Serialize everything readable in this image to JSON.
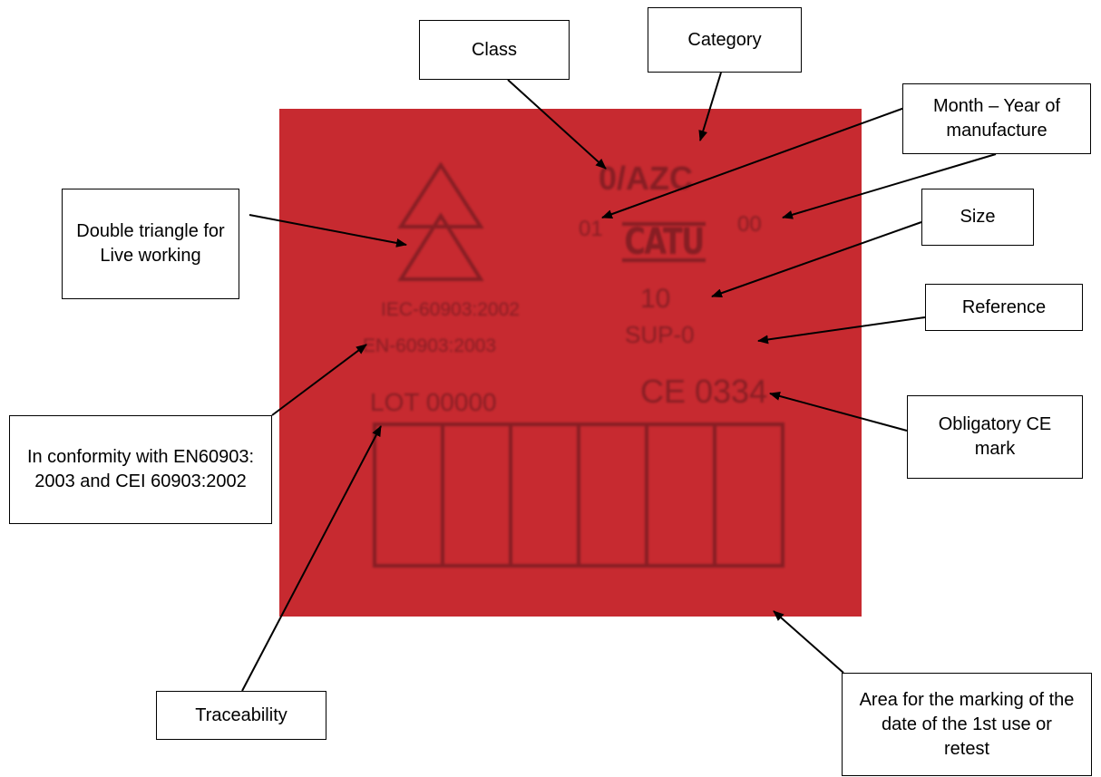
{
  "label": {
    "color": "#c72a30",
    "ink_color": "#7c1c22",
    "class_code": "0/AZC",
    "month": "01",
    "year": "00",
    "logo_text": "CATU",
    "size": "10",
    "reference": "SUP-0",
    "standard_iec": "IEC-60903:2002",
    "standard_en": "EN-60903:2003",
    "lot": "LOT 00000",
    "ce_mark": "CE 0334",
    "marking_cells": 6
  },
  "callouts": {
    "class": "Class",
    "category": "Category",
    "month_year": "Month – Year of manufacture",
    "double_triangle": "Double triangle for Live working",
    "size": "Size",
    "reference": "Reference",
    "conformity": "In conformity with EN60903: 2003 and CEI 60903:2002",
    "ce_mark": "Obligatory CE mark",
    "traceability": "Traceability",
    "marking_area": "Area for the marking of the date of the 1st use or retest"
  }
}
